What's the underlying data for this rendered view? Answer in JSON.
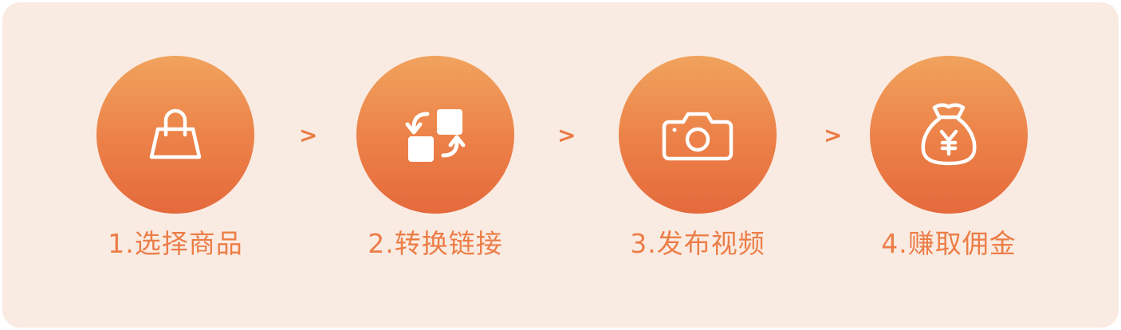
{
  "steps": [
    {
      "label": "1.选择商品",
      "icon": "shopping-bag-icon"
    },
    {
      "label": "2.转换链接",
      "icon": "convert-link-icon"
    },
    {
      "label": "3.发布视频",
      "icon": "camera-icon"
    },
    {
      "label": "4.赚取佣金",
      "icon": "money-bag-icon"
    }
  ],
  "arrows": [
    ">",
    ">",
    ">"
  ],
  "colors": {
    "panel_background": "#faebe2",
    "circle_top": "#f0a35d",
    "circle_bottom": "#e56a3c",
    "label_text": "#ec7d47"
  }
}
